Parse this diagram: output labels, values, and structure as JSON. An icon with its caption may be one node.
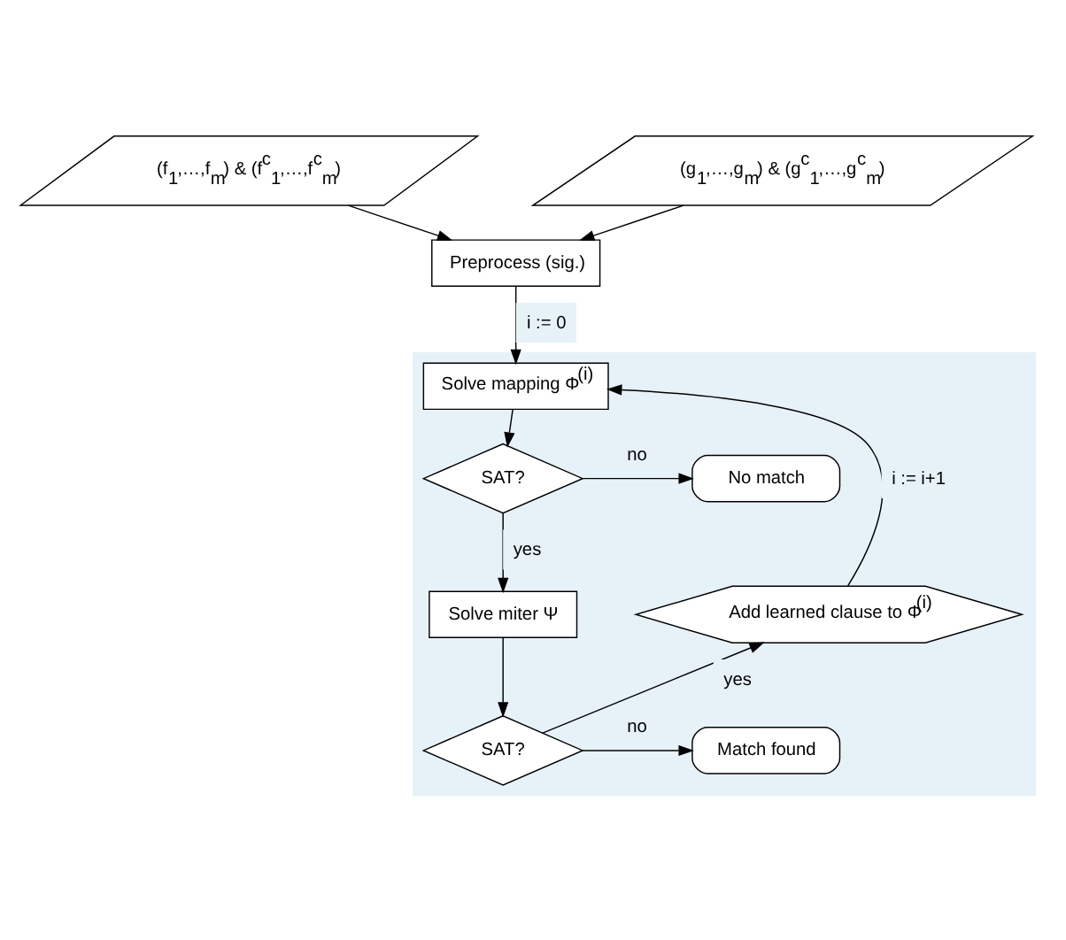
{
  "diagram": {
    "nodes": [
      {
        "text": [
          "(f$_{1}$,…,f$_{m}$) & (f$^{c}$$_{1}$,…,f$^{c}$$_{m}$)"
        ]
      },
      {
        "text": [
          "(g$_{1}$,…,g$_{m}$) & (g$^{c}$$_{1}$,…,g$^{c}$$_{m}$)"
        ]
      },
      {
        "text": [
          "Preprocess (sig.)"
        ]
      },
      {
        "text": [],
        "shape": "box"
      },
      {
        "text": [
          "Solve mapping Φ$^{(i)}$"
        ],
        "in": 3
      },
      {
        "text": [
          "SAT?"
        ],
        "in": 3
      },
      {
        "text": [
          "No match"
        ],
        "in": 3
      },
      {
        "text": [
          "Solve miter Ψ"
        ],
        "in": 3
      },
      {
        "text": [
          "SAT?"
        ],
        "in": 3
      },
      {
        "text": [
          "Match found"
        ],
        "in": 3
      },
      {
        "text": [
          "Add learned clause to Φ$^{(i)}$"
        ],
        "in": 3
      }
    ],
    "edges": [
      {
        "from": 0,
        "to": 2,
        "arrow": "to"
      },
      {
        "from": 1,
        "to": 2,
        "arrow": "to"
      },
      {
        "from": 2,
        "to": 4,
        "arrow": "to",
        "label": "i := 0"
      },
      {
        "from": 4,
        "to": 5,
        "arrow": "to"
      },
      {
        "from": 5,
        "to": 6,
        "arrow": "to",
        "label": "no"
      },
      {
        "from": 5,
        "to": 7,
        "arrow": "to",
        "label": "yes"
      },
      {
        "from": 7,
        "to": 8,
        "arrow": "to"
      },
      {
        "from": 8,
        "to": 9,
        "arrow": "to",
        "label": "no"
      },
      {
        "from": 8,
        "to": 10,
        "arrow": "to",
        "label": "yes"
      },
      {
        "from": 10,
        "to": 4,
        "arrow": "to",
        "label": "i := i+1"
      }
    ]
  }
}
